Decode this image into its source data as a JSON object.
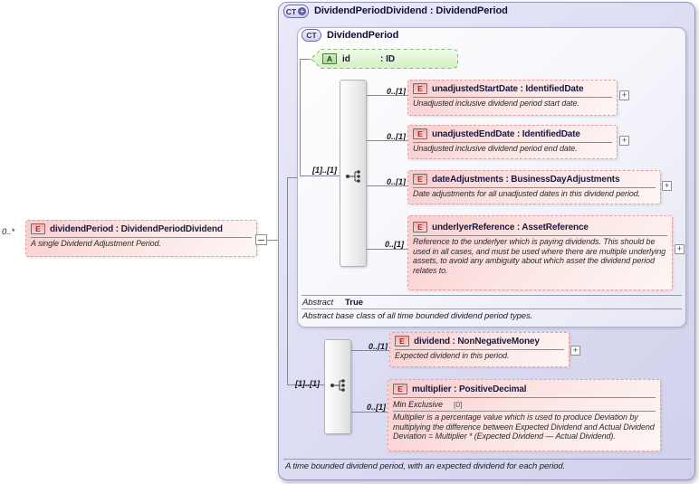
{
  "badges": {
    "element": "E",
    "complex_type": "CT",
    "attribute": "A",
    "expand": "+"
  },
  "colors": {
    "element_fill": "#f9cccc",
    "element_border": "#dfa0a0",
    "attribute_fill": "#d9f2ca",
    "attribute_border": "#86b876",
    "outer_container_fill": "#dbdbf2",
    "inner_container_fill": "#f6f6fc",
    "badge_text_red": "#a32828",
    "title_navy": "#10103a"
  },
  "root": {
    "instance_cardinality": "0..*",
    "element": {
      "title": "dividendPeriod : DividendPeriodDividend",
      "description": "A single Dividend Adjustment Period."
    }
  },
  "outer_type": {
    "title": "DividendPeriodDividend : DividendPeriod",
    "footer": "A time bounded dividend period, with an expected dividend for each period.",
    "sequence": {
      "cardinality": "[1]..[1]",
      "elements": [
        {
          "cardinality": "0..[1]",
          "title": "dividend : NonNegativeMoney",
          "description": "Expected dividend in this period."
        },
        {
          "cardinality": "0..[1]",
          "title": "multiplier : PositiveDecimal",
          "facet_label": "Min Exclusive",
          "facet_value": "[0]",
          "description": "Multiplier is a percentage value which is used to produce Deviation by multiplying the difference between Expected Dividend and Actual Dividend Deviation = Multiplier * (Expected Dividend — Actual Dividend)."
        }
      ]
    }
  },
  "base_type": {
    "title": "DividendPeriod",
    "attribute": {
      "name": "id",
      "type": ": ID"
    },
    "abstract_label": "Abstract",
    "abstract_value": "True",
    "description": "Abstract base class of all time bounded dividend period types.",
    "sequence": {
      "cardinality": "[1]..[1]",
      "elements": [
        {
          "cardinality": "0..[1]",
          "title": "unadjustedStartDate : IdentifiedDate",
          "description": "Unadjusted inclusive dividend period start date."
        },
        {
          "cardinality": "0..[1]",
          "title": "unadjustedEndDate : IdentifiedDate",
          "description": "Unadjusted inclusive dividend period end date."
        },
        {
          "cardinality": "0..[1]",
          "title": "dateAdjustments : BusinessDayAdjustments",
          "description": "Date adjustments for all unadjusted dates in this dividend period."
        },
        {
          "cardinality": "0..[1]",
          "title": "underlyerReference : AssetReference",
          "description": "Reference to the underlyer which is paying dividends. This should be used in all cases, and must be used where there are multiple underlying assets, to avoid any ambiguity about which asset the dividend period relates to."
        }
      ]
    }
  }
}
